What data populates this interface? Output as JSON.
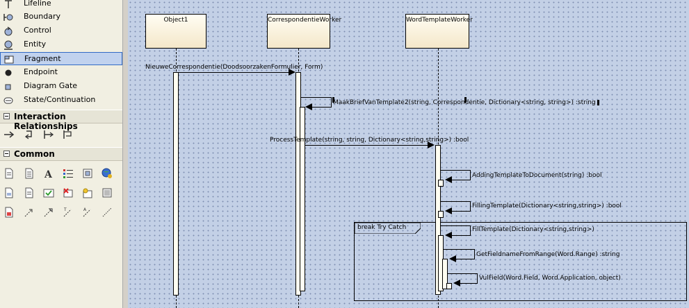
{
  "toolbox": {
    "items": [
      {
        "label": "Lifeline",
        "icon": "lifeline-icon"
      },
      {
        "label": "Boundary",
        "icon": "boundary-icon"
      },
      {
        "label": "Control",
        "icon": "control-icon"
      },
      {
        "label": "Entity",
        "icon": "entity-icon"
      },
      {
        "label": "Fragment",
        "icon": "fragment-icon",
        "selected": true
      },
      {
        "label": "Endpoint",
        "icon": "endpoint-icon"
      },
      {
        "label": "Diagram Gate",
        "icon": "diagram-gate-icon"
      },
      {
        "label": "State/Continuation",
        "icon": "state-continuation-icon"
      }
    ],
    "sections": {
      "interaction": "Interaction Relationships",
      "common": "Common"
    },
    "interaction_icons": [
      "message-icon",
      "self-message-icon",
      "call-icon",
      "recursion-icon"
    ],
    "common_icons": [
      "note-icon",
      "document-icon",
      "text-icon",
      "list-icon",
      "requirement-icon",
      "globe-icon",
      "artifact-icon",
      "issue-icon",
      "change-icon",
      "image-icon",
      "package-icon",
      "boundary-box-icon",
      "element-icon",
      "dependency-icon",
      "realize-icon",
      "trace-icon",
      "abstraction-icon",
      "notelink-icon"
    ]
  },
  "diagram": {
    "objects": [
      "Object1",
      "CorrespondentieWorker",
      "WordTemplateWorker"
    ],
    "messages": [
      "NieuweCorrespondentie(DoodsoorzakenFormulier, Form)",
      "MaakBriefVanTemplate2(string, Correspondentie, Dictionary<string, string>) :string",
      "ProcessTemplate(string, string, Dictionary<string,string>) :bool",
      "AddingTemplateToDocument(string) :bool",
      "FillingTemplate(Dictionary<string,string>) :bool",
      "FillTemplate(Dictionary<string,string>)",
      "GetFieldnameFromRange(Word.Range) :string",
      "VulField(Word.Field, Word.Application, object)"
    ],
    "fragment_label": "break Try Catch"
  },
  "colors": {
    "canvas": "#c3d0e6",
    "object_fill": "#f4e7c9",
    "toolbox": "#f1efe2",
    "selection": "#c1d2ee"
  }
}
